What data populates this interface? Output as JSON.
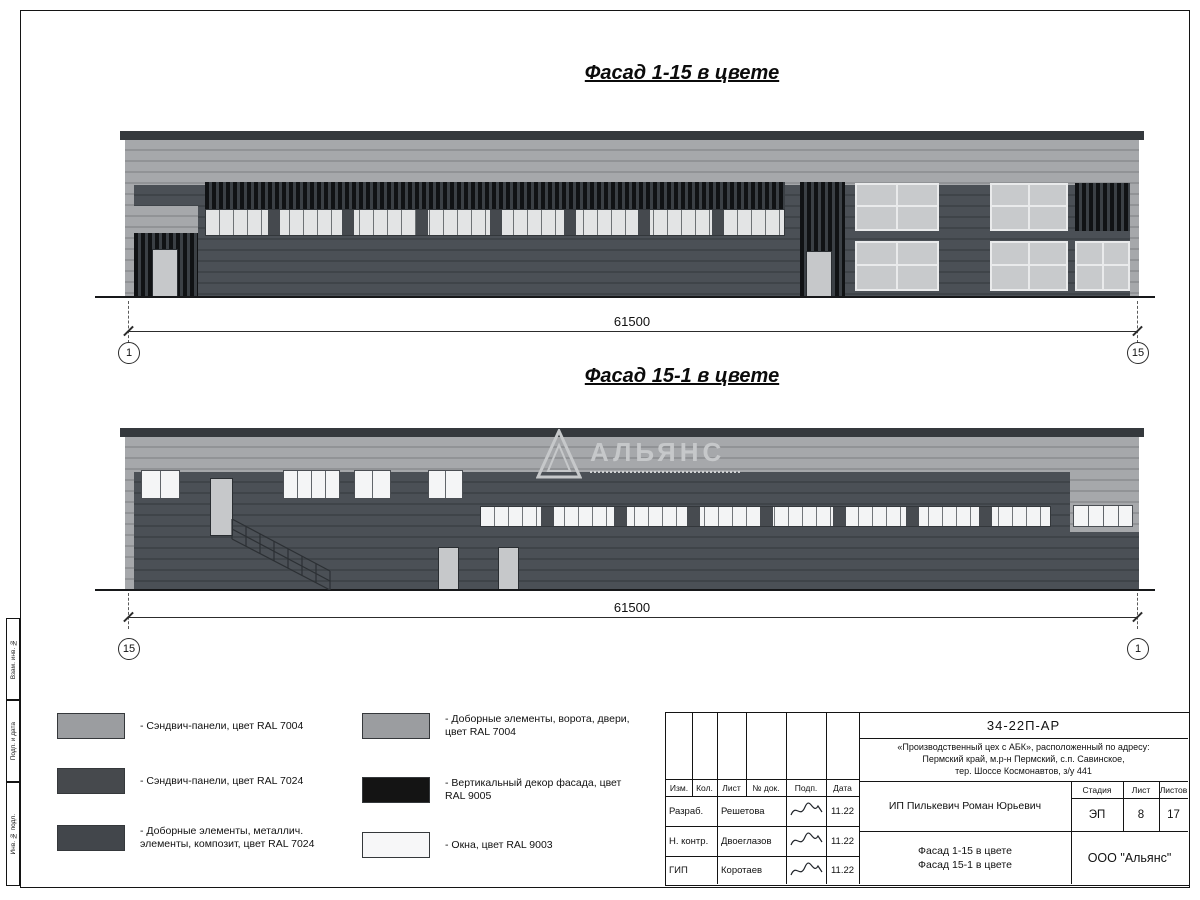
{
  "colors": {
    "ral7004": "#9b9da0",
    "ral7024": "#46494d",
    "ral7024_composite": "#42464b",
    "ral9005": "#141414",
    "ral9003": "#f7f7f8"
  },
  "facades": {
    "facade1": {
      "title": "Фасад 1-15 в цвете",
      "dimension": "61500",
      "axis_left": "1",
      "axis_right": "15"
    },
    "facade2": {
      "title": "Фасад 15-1 в цвете",
      "dimension": "61500",
      "axis_left": "15",
      "axis_right": "1"
    }
  },
  "watermark": {
    "name": "АЛЬЯНС"
  },
  "legend": {
    "items": [
      {
        "color": "ral7004",
        "label": "- Сэндвич-панели, цвет RAL 7004"
      },
      {
        "color": "ral7024",
        "label": "- Сэндвич-панели, цвет RAL 7024"
      },
      {
        "color": "ral7024_composite",
        "label": "- Доборные элементы, металлич. элементы, композит, цвет RAL 7024"
      },
      {
        "color": "ral7004",
        "label": "- Доборные элементы, ворота, двери, цвет RAL 7004"
      },
      {
        "color": "ral9005",
        "label": "- Вертикальный декор фасада, цвет RAL 9005"
      },
      {
        "color": "ral9003",
        "label": "- Окна, цвет RAL 9003"
      }
    ]
  },
  "titleblock": {
    "doc_code": "34-22П-АР",
    "project_line1": "«Производственный цех с АБК», расположенный по адресу:",
    "project_line2": "Пермский край, м.р-н Пермский, с.п. Савинское,",
    "project_line3": "тер. Шоссе Космонавтов, з/у 441",
    "columns": {
      "izm": "Изм.",
      "kol": "Кол.",
      "list": "Лист",
      "doc": "№ док.",
      "podp": "Подп.",
      "data": "Дата"
    },
    "rows": [
      {
        "role": "Разраб.",
        "name": "Решетова",
        "date": "11.22"
      },
      {
        "role": "Н. контр.",
        "name": "Двоеглазов",
        "date": "11.22"
      },
      {
        "role": "ГИП",
        "name": "Коротаев",
        "date": "11.22"
      }
    ],
    "client": "ИП Пилькевич Роман Юрьевич",
    "stage_label": "Стадия",
    "sheet_label": "Лист",
    "sheets_label": "Листов",
    "stage": "ЭП",
    "sheet": "8",
    "sheets": "17",
    "sheet_title_line1": "Фасад 1-15 в цвете",
    "sheet_title_line2": "Фасад 15-1 в цвете",
    "company": "ООО \"Альянс\""
  },
  "frame_labels": {
    "top": "Взам. инв. №",
    "middle": "Подп. и дата",
    "bottom": "Инв. № подл."
  }
}
